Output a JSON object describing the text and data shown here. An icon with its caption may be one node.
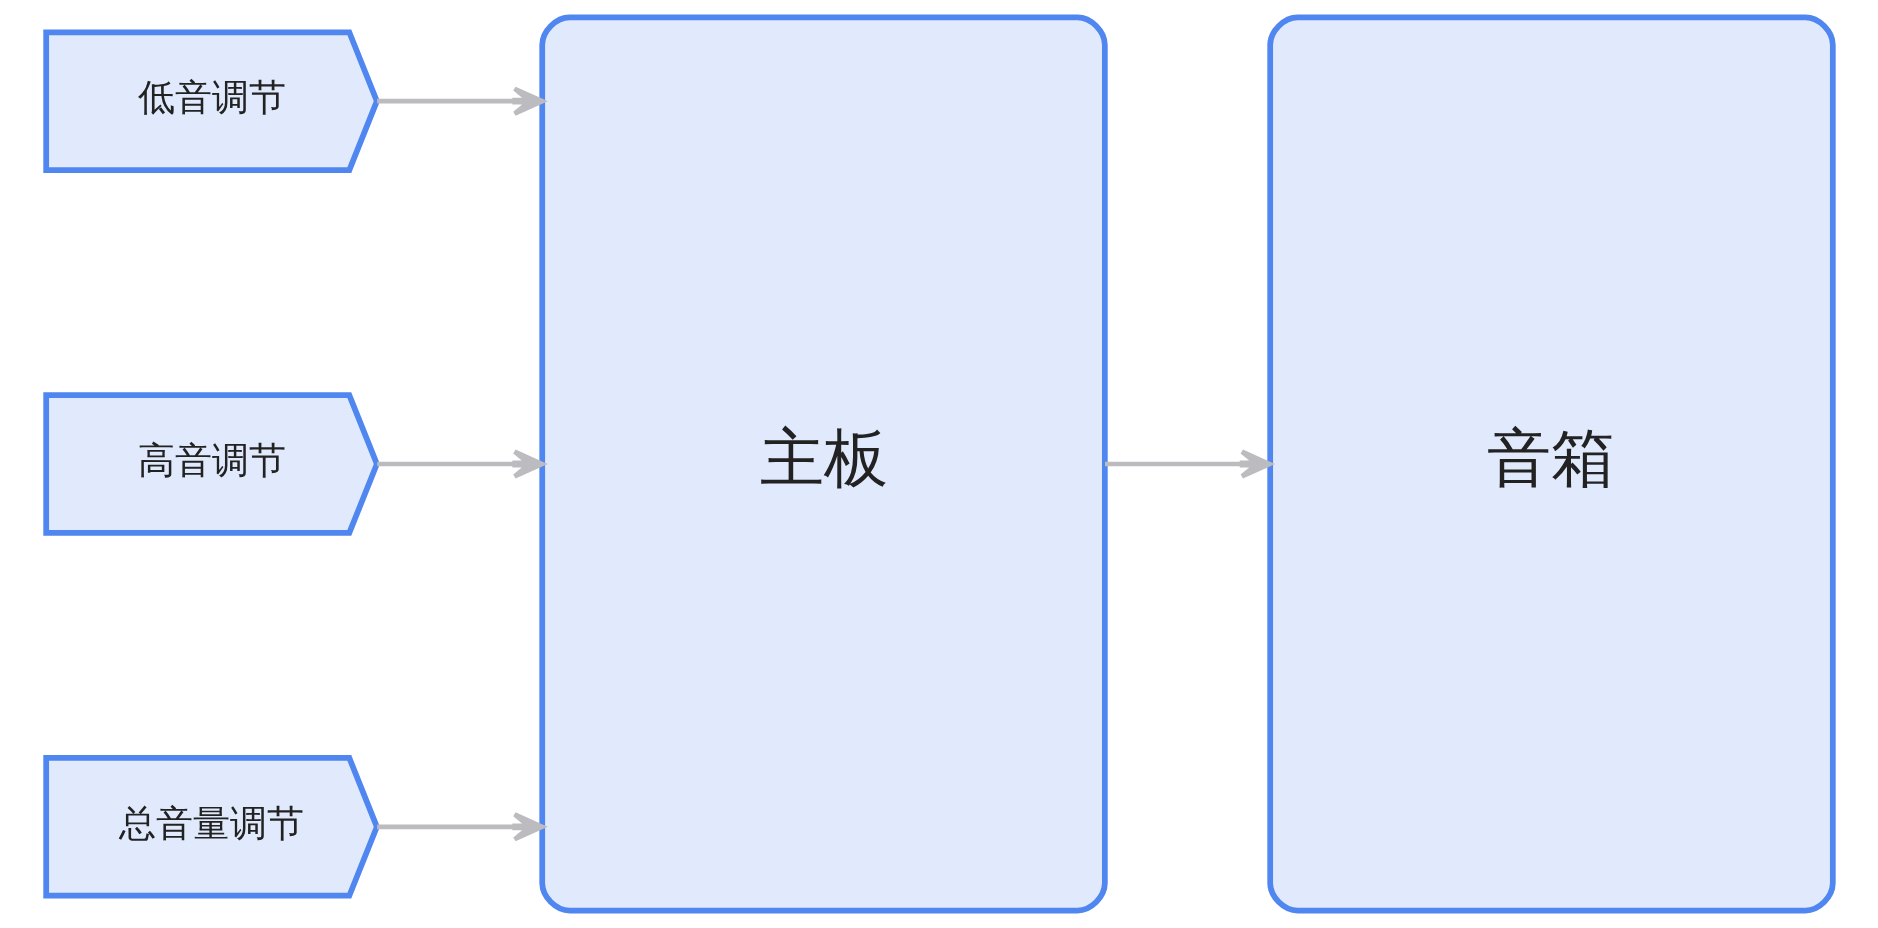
{
  "diagram": {
    "nodes": [
      {
        "text": [
          "低音调节"
        ]
      },
      {
        "text": [
          "高音调节"
        ]
      },
      {
        "text": [
          "总音量调节"
        ]
      },
      {
        "text": [
          "主板"
        ]
      },
      {
        "text": [
          "音箱"
        ]
      }
    ],
    "edges": [
      {
        "from": 0,
        "to": 3,
        "arrow": "to"
      },
      {
        "from": 1,
        "to": 3,
        "arrow": "to"
      },
      {
        "from": 2,
        "to": 3,
        "arrow": "to"
      },
      {
        "from": 3,
        "to": 4,
        "arrow": "to"
      }
    ]
  }
}
